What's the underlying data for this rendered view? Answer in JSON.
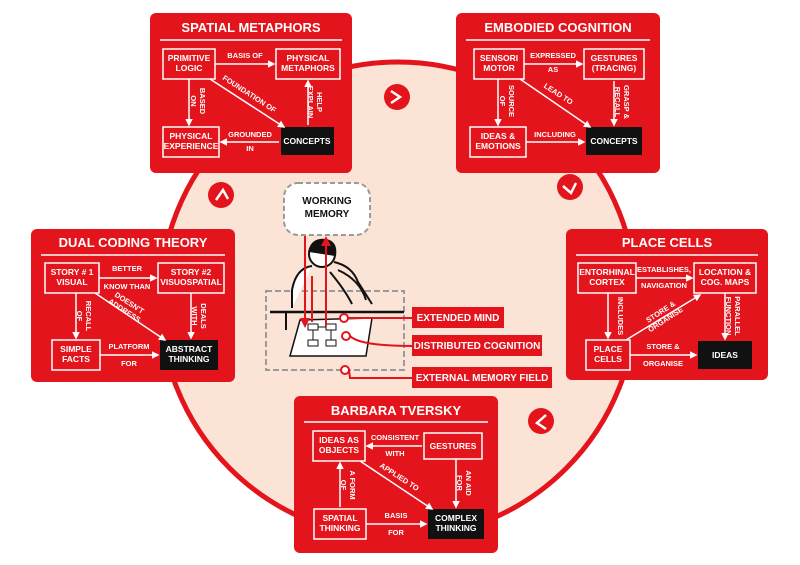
{
  "colors": {
    "red": "#e3141b",
    "dark": "#111111",
    "bg": "#fbe3d6",
    "white": "#ffffff",
    "gray": "#9a9a9a"
  },
  "center": {
    "working_memory": [
      "WORKING",
      "MEMORY"
    ],
    "labels": {
      "extended_mind": "EXTENDED MIND",
      "distributed_cognition": "DISTRIBUTED COGNITION",
      "external_memory_field": "EXTERNAL MEMORY FIELD"
    }
  },
  "panels": {
    "spatial": {
      "title": "SPATIAL METAPHORS",
      "nodes": {
        "primitive_logic": [
          "PRIMITIVE",
          "LOGIC"
        ],
        "physical_metaphors": [
          "PHYSICAL",
          "METAPHORS"
        ],
        "physical_experience": [
          "PHYSICAL",
          "EXPERIENCE"
        ],
        "concepts": [
          "CONCEPTS"
        ]
      },
      "edges": {
        "basis_of": [
          "BASIS OF"
        ],
        "based_on": [
          "BASED",
          "ON"
        ],
        "foundation_of": [
          "FOUNDATION OF"
        ],
        "help_explain": [
          "HELP",
          "EXPLAIN"
        ],
        "grounded_in": [
          "GROUNDED",
          "IN"
        ]
      }
    },
    "embodied": {
      "title": "EMBODIED COGNITION",
      "nodes": {
        "sensori_motor": [
          "SENSORI",
          "MOTOR"
        ],
        "gestures": [
          "GESTURES",
          "(TRACING)"
        ],
        "ideas_emotions": [
          "IDEAS &",
          "EMOTIONS"
        ],
        "concepts": [
          "CONCEPTS"
        ]
      },
      "edges": {
        "expressed_as": [
          "EXPRESSED",
          "AS"
        ],
        "source_of": [
          "SOURCE",
          "OF"
        ],
        "lead_to": [
          "LEAD TO"
        ],
        "grasp_recall": [
          "GRASP &",
          "RECALL"
        ],
        "including": [
          "INCLUDING"
        ]
      }
    },
    "dual": {
      "title": "DUAL CODING THEORY",
      "nodes": {
        "story1": [
          "STORY # 1",
          "VISUAL"
        ],
        "story2": [
          "STORY #2",
          "VISUOSPATIAL"
        ],
        "simple_facts": [
          "SIMPLE",
          "FACTS"
        ],
        "abstract_thinking": [
          "ABSTRACT",
          "THINKING"
        ]
      },
      "edges": {
        "better_know": [
          "BETTER",
          "KNOW THAN"
        ],
        "recall_of": [
          "RECALL",
          "OF"
        ],
        "doesnt_address": [
          "DOESN'T",
          "ADDRESS"
        ],
        "deals_with": [
          "DEALS",
          "WITH"
        ],
        "platform_for": [
          "PLATFORM",
          "FOR"
        ]
      }
    },
    "place": {
      "title": "PLACE CELLS",
      "nodes": {
        "entorhinal": [
          "ENTORHINAL",
          "CORTEX"
        ],
        "location": [
          "LOCATION &",
          "COG. MAPS"
        ],
        "place_cells": [
          "PLACE",
          "CELLS"
        ],
        "ideas": [
          "IDEAS"
        ]
      },
      "edges": {
        "establishes": [
          "ESTABLISHES,",
          "NAVIGATION"
        ],
        "includes": [
          "INCLUDES"
        ],
        "store_organise_diag": [
          "STORE &",
          "ORGANISE"
        ],
        "parallel": [
          "PARALLEL",
          "FUNCTION"
        ],
        "store_organise": [
          "STORE &",
          "ORGANISE"
        ]
      }
    },
    "tversky": {
      "title": "BARBARA TVERSKY",
      "nodes": {
        "ideas_objects": [
          "IDEAS AS",
          "OBJECTS"
        ],
        "gestures": [
          "GESTURES"
        ],
        "spatial_thinking": [
          "SPATIAL",
          "THINKING"
        ],
        "complex_thinking": [
          "COMPLEX",
          "THINKING"
        ]
      },
      "edges": {
        "consistent_with": [
          "CONSISTENT",
          "WITH"
        ],
        "a_form_of": [
          "A FORM",
          "OF"
        ],
        "applied_to": [
          "APPLIED TO"
        ],
        "an_aid_for": [
          "AN AID",
          "FOR"
        ],
        "basis_for": [
          "BASIS",
          "FOR"
        ]
      }
    }
  }
}
